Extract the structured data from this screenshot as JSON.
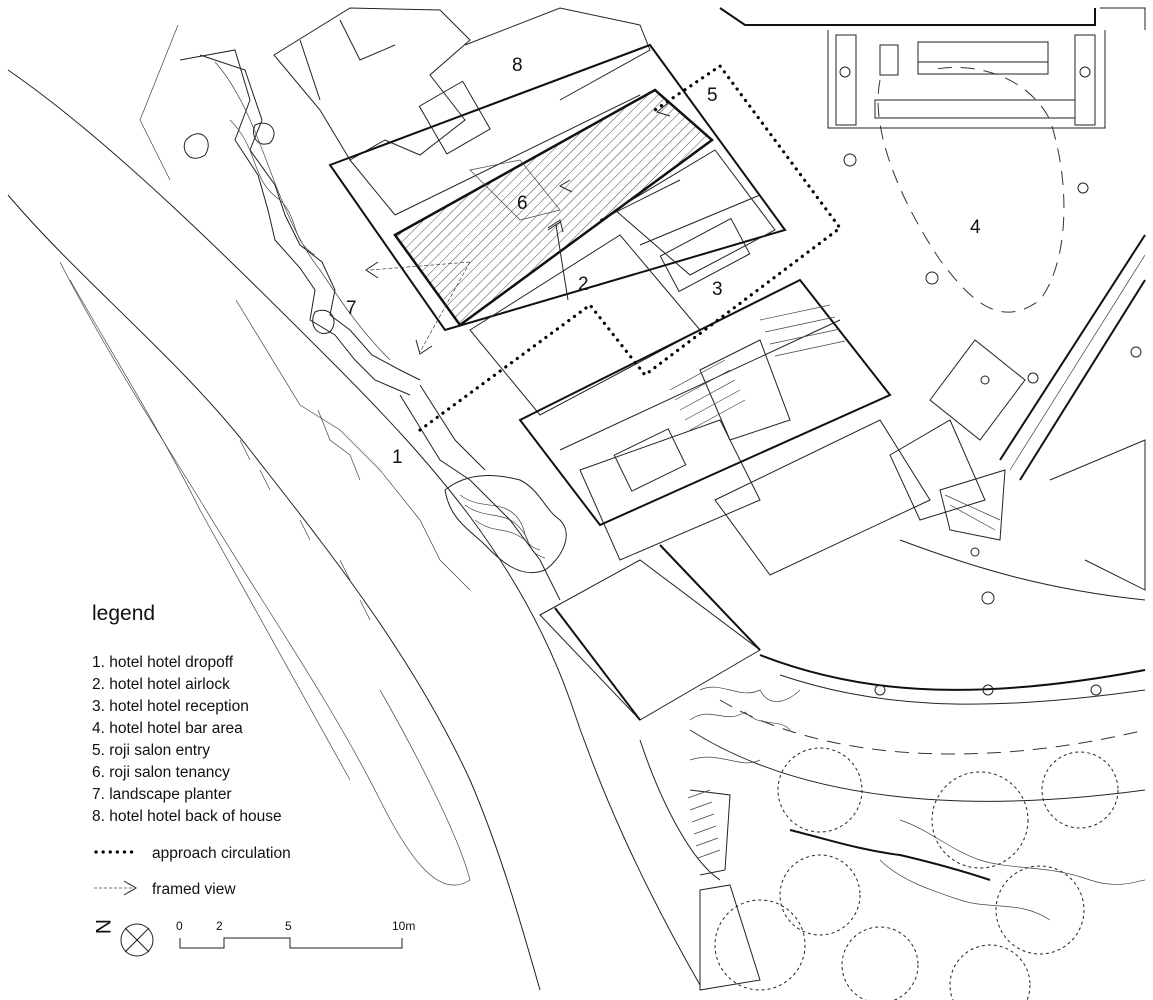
{
  "room_labels": [
    {
      "id": "1",
      "text": "1"
    },
    {
      "id": "2",
      "text": "2"
    },
    {
      "id": "3",
      "text": "3"
    },
    {
      "id": "4",
      "text": "4"
    },
    {
      "id": "5",
      "text": "5"
    },
    {
      "id": "6",
      "text": "6"
    },
    {
      "id": "7",
      "text": "7"
    },
    {
      "id": "8",
      "text": "8"
    }
  ],
  "legend": {
    "title": "legend",
    "items": [
      "1. hotel hotel dropoff",
      "2. hotel hotel airlock",
      "3. hotel hotel reception",
      "4. hotel hotel bar area",
      "5. roji salon entry",
      "6. roji salon tenancy",
      "7. landscape planter",
      "8. hotel hotel back of house"
    ],
    "approach_label": "approach circulation",
    "view_label": "framed view"
  },
  "north_label": "N",
  "scale_bar": {
    "ticks": [
      "0",
      "2",
      "5",
      "10m"
    ]
  }
}
